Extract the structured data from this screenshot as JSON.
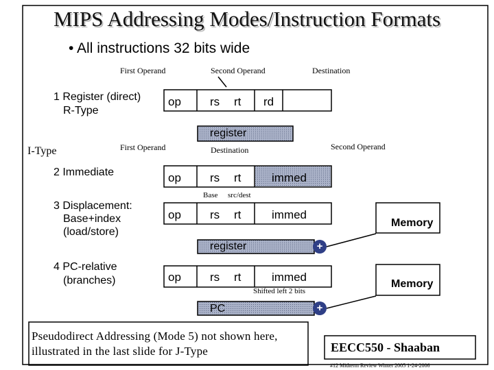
{
  "title": "MIPS Addressing Modes/Instruction Formats",
  "bullet": "• All instructions 32 bits wide",
  "header_labels": {
    "first_operand": "First Operand",
    "second_operand": "Second Operand",
    "destination": "Destination"
  },
  "rtype": {
    "mode": "1 Register (direct)",
    "type": "R-Type",
    "fields": [
      "op",
      "rs",
      "rt",
      "rd"
    ],
    "register": "register"
  },
  "itype": {
    "type": "I-Type",
    "labels": {
      "first_operand": "First Operand",
      "destination": "Destination",
      "second_operand": "Second Operand"
    },
    "immediate": {
      "mode": "2  Immediate",
      "fields": [
        "op",
        "rs",
        "rt",
        "immed"
      ]
    },
    "base_src": {
      "base": "Base",
      "src_dest": "src/dest"
    },
    "displacement": {
      "mode_lines": [
        "3 Displacement:",
        "Base+index",
        "(load/store)"
      ],
      "fields": [
        "op",
        "rs",
        "rt",
        "immed"
      ],
      "register": "register",
      "memory": "Memory"
    },
    "pc_relative": {
      "mode_lines": [
        "4 PC-relative",
        "(branches)"
      ],
      "fields": [
        "op",
        "rs",
        "rt",
        "immed"
      ],
      "shifted": "Shifted left 2 bits",
      "pc": "PC",
      "memory": "Memory"
    }
  },
  "plus_sign": "+",
  "footer_note": "Pseudodirect Addressing (Mode 5) not shown here, illustrated in the last slide for J-Type",
  "badge": "EECC550 - Shaaban",
  "footer_meta": "#12   Midterm Review   Winter 2005  1-24-2006",
  "colors": {
    "highlight_fill": "#9aa4bc",
    "plus_fill": "#2f3f86",
    "text": "#000000"
  }
}
